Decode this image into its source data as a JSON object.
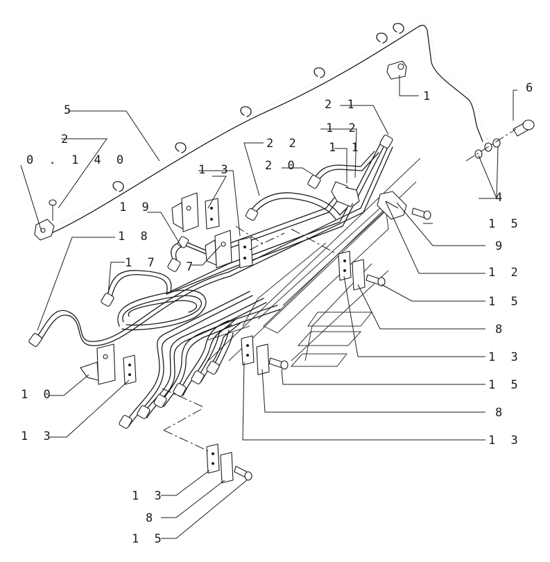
{
  "labels": {
    "l1": "1",
    "l2": "2",
    "l0140": "0 . 1 4 0",
    "l4": "4",
    "l5": "5",
    "l6": "6",
    "l7": "7",
    "l8a": "8",
    "l8b": "8",
    "l8c": "8",
    "l9": "9",
    "l10": "1 0",
    "l11": "1 1",
    "l12a": "1 2",
    "l12b": "1 2",
    "l13a": "1 3",
    "l13b": "1 3",
    "l13c": "1 3",
    "l13d": "1 3",
    "l13e": "1 3",
    "l15a": "1 5",
    "l15b": "1 5",
    "l15c": "1 5",
    "l15d": "1 5",
    "l17": "1 7",
    "l18": "1 8",
    "l19": "1 9",
    "l20": "2 0",
    "l21": "2 1",
    "l22": "2 2"
  }
}
